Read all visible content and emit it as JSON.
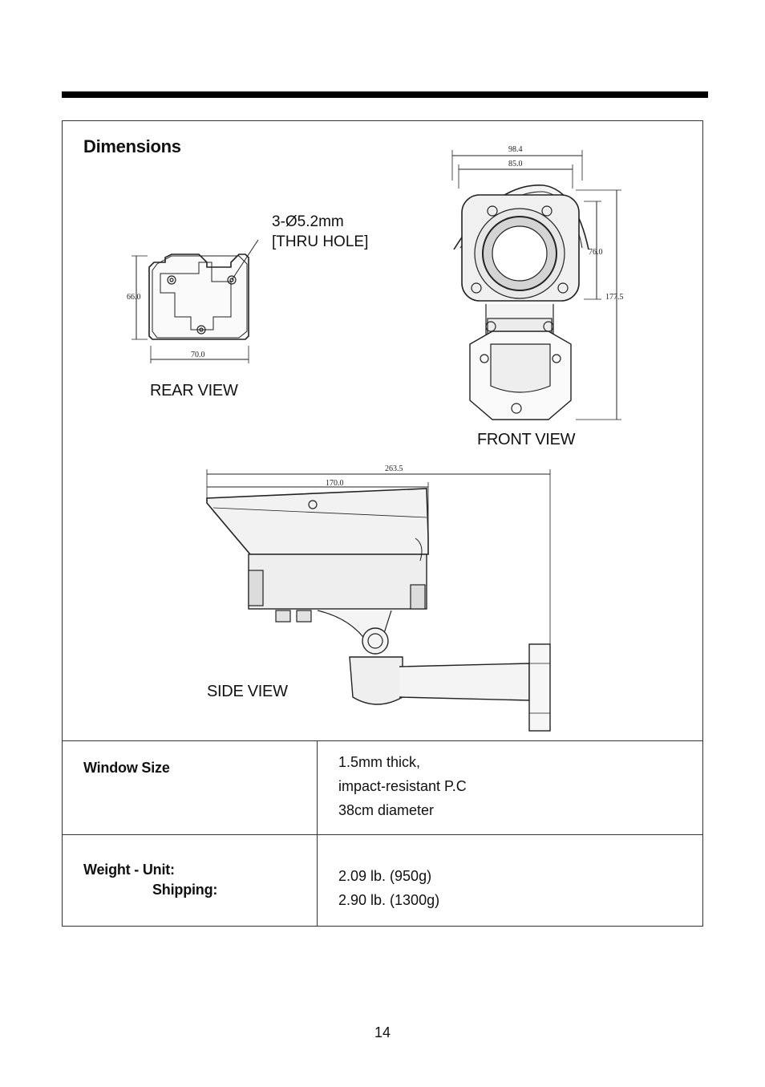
{
  "title": "Dimensions",
  "drawing": {
    "rear_view": {
      "label": "REAR VIEW",
      "hole_note_line1": "3-Ø5.2mm",
      "hole_note_line2": "[THRU HOLE]",
      "dim_height": "66.0",
      "dim_width": "70.0"
    },
    "front_view": {
      "label": "FRONT VIEW",
      "dim_outer_width": "98.4",
      "dim_inner_width": "85.0",
      "dim_housing_height": "76.0",
      "dim_total_height": "177.5"
    },
    "side_view": {
      "label": "SIDE VIEW",
      "dim_total_length": "263.5",
      "dim_housing_length": "170.0"
    }
  },
  "specs": [
    {
      "label": "Window Size",
      "value_lines": [
        "1.5mm thick,",
        "impact-resistant P.C",
        "38cm diameter"
      ]
    },
    {
      "label_line1": "Weight - Unit:",
      "label_line2": "Shipping:",
      "value_lines": [
        "2.09 lb. (950g)",
        "2.90 lb. (1300g)"
      ]
    }
  ],
  "page_number": "14"
}
